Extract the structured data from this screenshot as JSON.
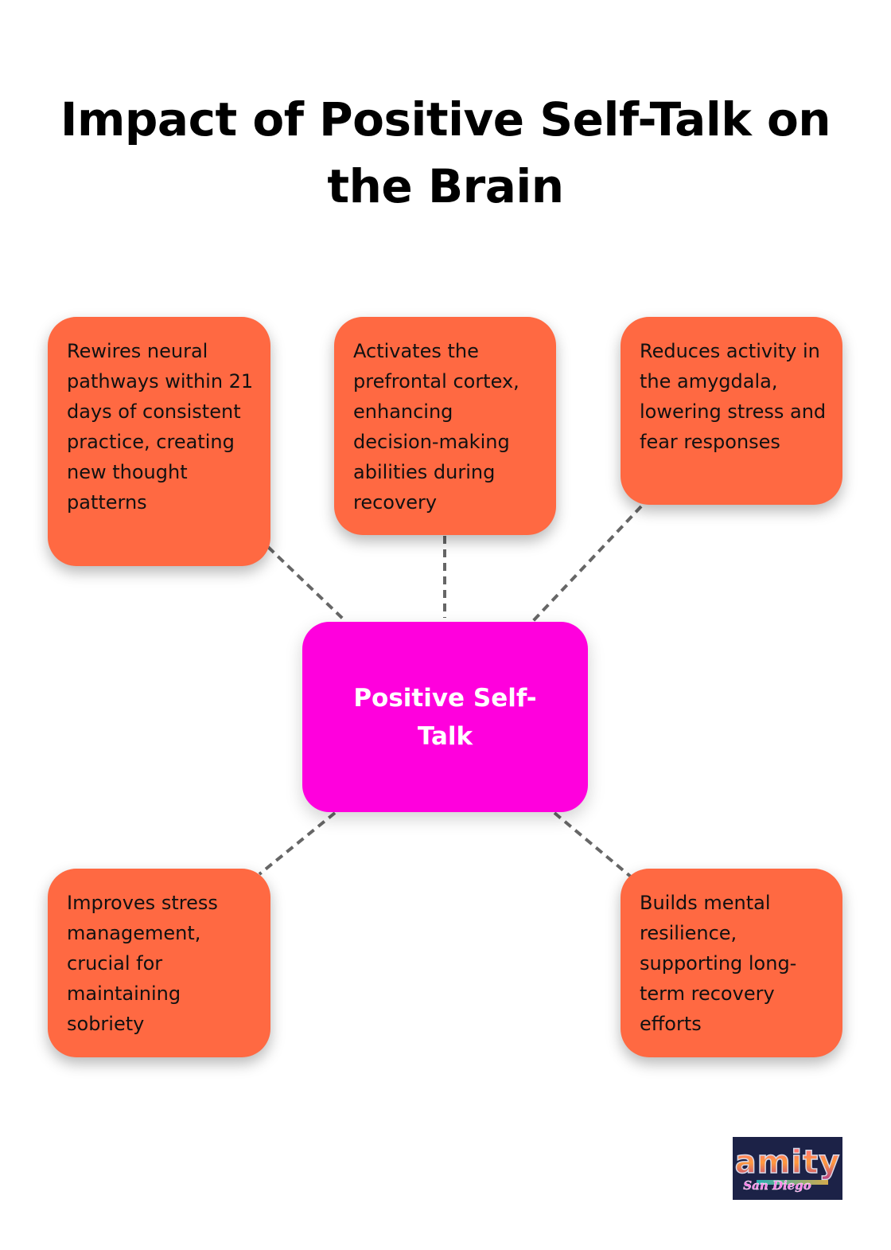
{
  "title": {
    "line1": "Impact of Positive Self-Talk on",
    "line2": "the Brain"
  },
  "center_node": {
    "label": "Positive Self-Talk",
    "color": "#FF00DD"
  },
  "nodes": [
    {
      "position": "top-left",
      "text": "Rewires neural pathways within 21 days of consistent practice, creating new thought patterns"
    },
    {
      "position": "top-center",
      "text": "Activates the prefrontal cortex, enhancing decision-making abilities during recovery"
    },
    {
      "position": "top-right",
      "text": "Reduces activity in the amygdala, lowering stress and fear responses"
    },
    {
      "position": "bottom-left",
      "text": "Improves stress management, crucial for maintaining sobriety"
    },
    {
      "position": "bottom-right",
      "text": "Builds mental resilience, supporting long-term recovery efforts"
    }
  ],
  "colors": {
    "node": "#FF6942",
    "connector": "#666666"
  },
  "logo": {
    "name": "amity-san-diego-logo",
    "wordmark": "amity",
    "script": "San Diego"
  }
}
